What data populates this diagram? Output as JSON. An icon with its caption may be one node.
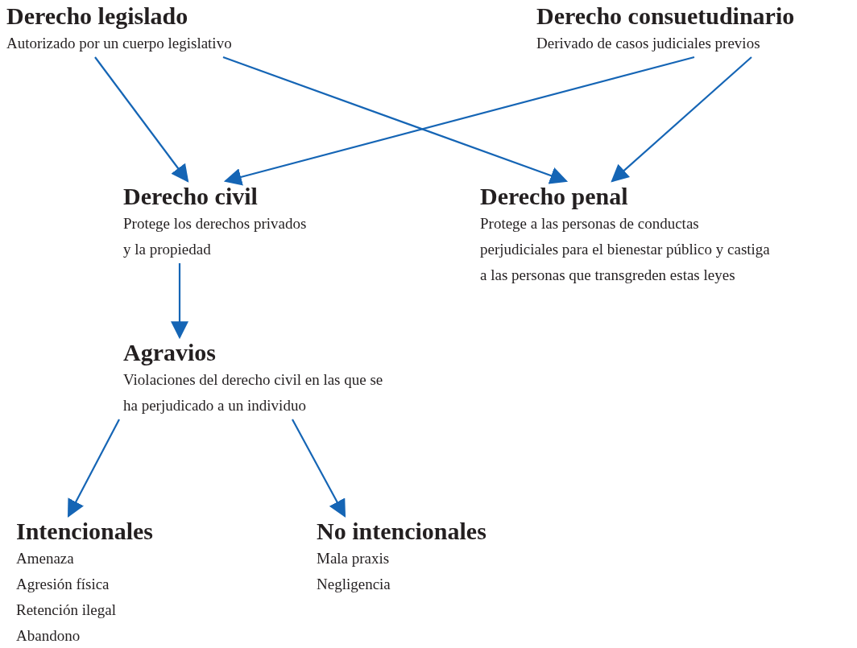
{
  "diagram": {
    "nodes": [
      {
        "text": [
          "Derecho legislado",
          "Autorizado por un cuerpo legislativo"
        ]
      },
      {
        "text": [
          "Derecho consuetudinario",
          "Derivado de casos judiciales previos"
        ]
      },
      {
        "text": [
          "Derecho civil",
          "Protege los derechos privados y la propiedad"
        ]
      },
      {
        "text": [
          "Derecho penal",
          "Protege a las personas de conductas perjudiciales para el bienestar público y castiga a las personas que transgreden estas leyes"
        ]
      },
      {
        "text": [
          "Agravios",
          "Violaciones del derecho civil en las que se ha perjudicado a un individuo"
        ]
      },
      {
        "text": [
          "Intencionales",
          "Amenaza",
          "Agresión física",
          "Retención ilegal",
          "Abandono"
        ]
      },
      {
        "text": [
          "No intencionales",
          "Mala praxis",
          "Negligencia"
        ]
      }
    ],
    "edges": [
      {
        "from": 0,
        "to": 2,
        "arrow": "to"
      },
      {
        "from": 0,
        "to": 3,
        "arrow": "to"
      },
      {
        "from": 1,
        "to": 2,
        "arrow": "to"
      },
      {
        "from": 1,
        "to": 3,
        "arrow": "to"
      },
      {
        "from": 2,
        "to": 4,
        "arrow": "to"
      },
      {
        "from": 4,
        "to": 5,
        "arrow": "to"
      },
      {
        "from": 4,
        "to": 6,
        "arrow": "to"
      }
    ]
  }
}
